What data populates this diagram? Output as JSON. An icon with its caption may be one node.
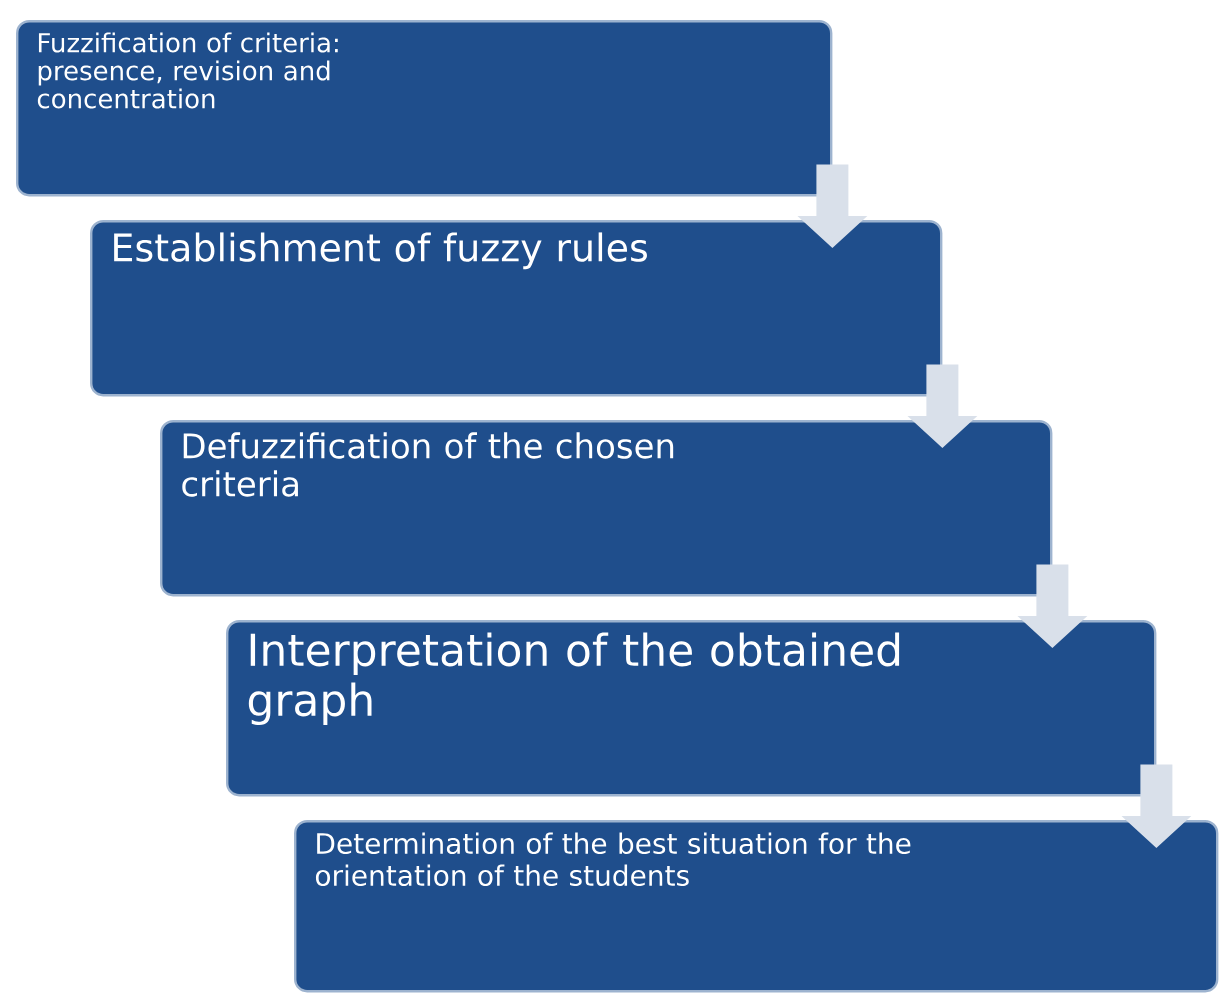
{
  "diagram": {
    "nodes": [
      {
        "text": [
          "Fuzzification of criteria: presence, revision and concentration"
        ]
      },
      {
        "text": [
          "Establishment of fuzzy rules"
        ]
      },
      {
        "text": [
          "Defuzzification of the chosen criteria"
        ]
      },
      {
        "text": [
          "Interpretation of the obtained graph"
        ]
      },
      {
        "text": [
          "Determination of the best situation for the orientation of the students"
        ]
      }
    ],
    "edges": [
      {
        "from": 0,
        "to": 1,
        "arrow": "to"
      },
      {
        "from": 1,
        "to": 2,
        "arrow": "to"
      },
      {
        "from": 2,
        "to": 3,
        "arrow": "to"
      },
      {
        "from": 3,
        "to": 4,
        "arrow": "to"
      }
    ]
  }
}
